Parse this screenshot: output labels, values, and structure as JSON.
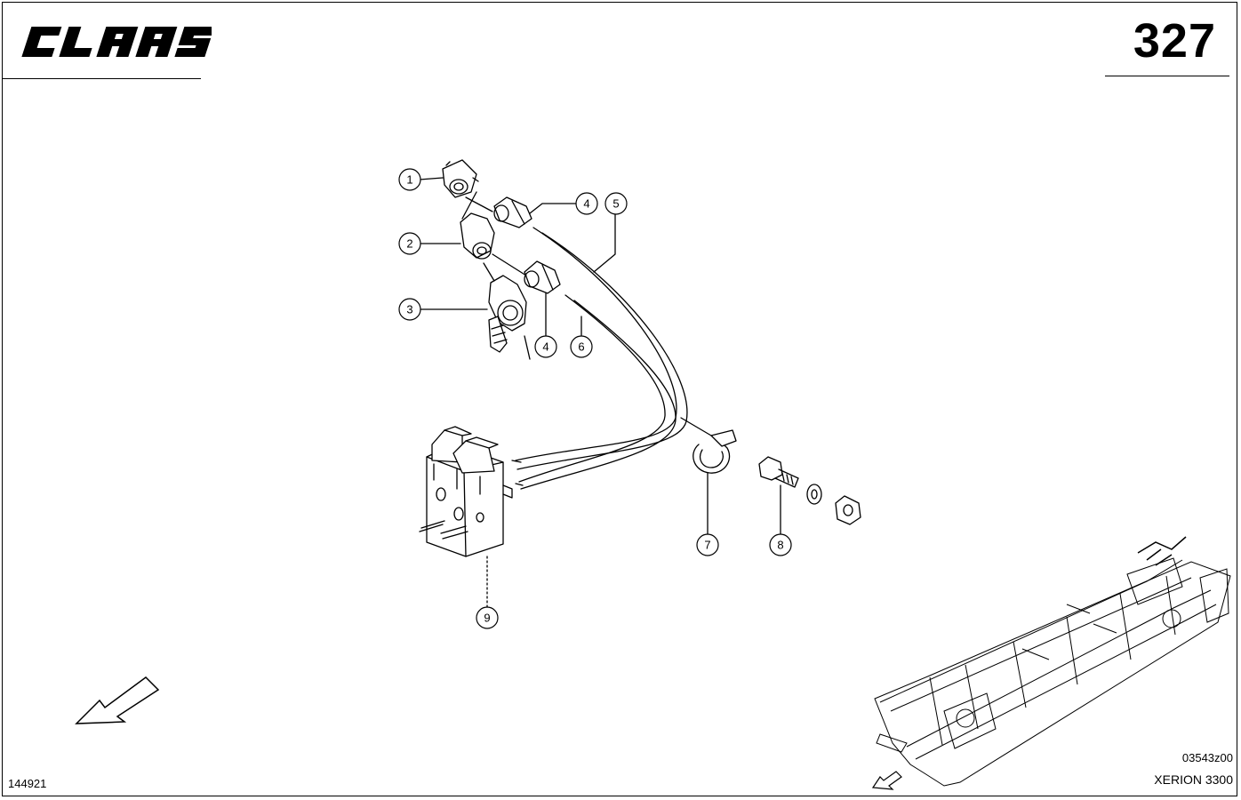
{
  "header": {
    "brand": "CLAAS",
    "page_number": "327"
  },
  "callouts": [
    {
      "label": "1"
    },
    {
      "label": "2"
    },
    {
      "label": "3"
    },
    {
      "label": "4"
    },
    {
      "label": "5"
    },
    {
      "label": "4"
    },
    {
      "label": "6"
    },
    {
      "label": "7"
    },
    {
      "label": "8"
    },
    {
      "label": "9"
    }
  ],
  "footer": {
    "doc_id": "144921",
    "drawing_code": "03543z00",
    "model": "XERION 3300"
  }
}
